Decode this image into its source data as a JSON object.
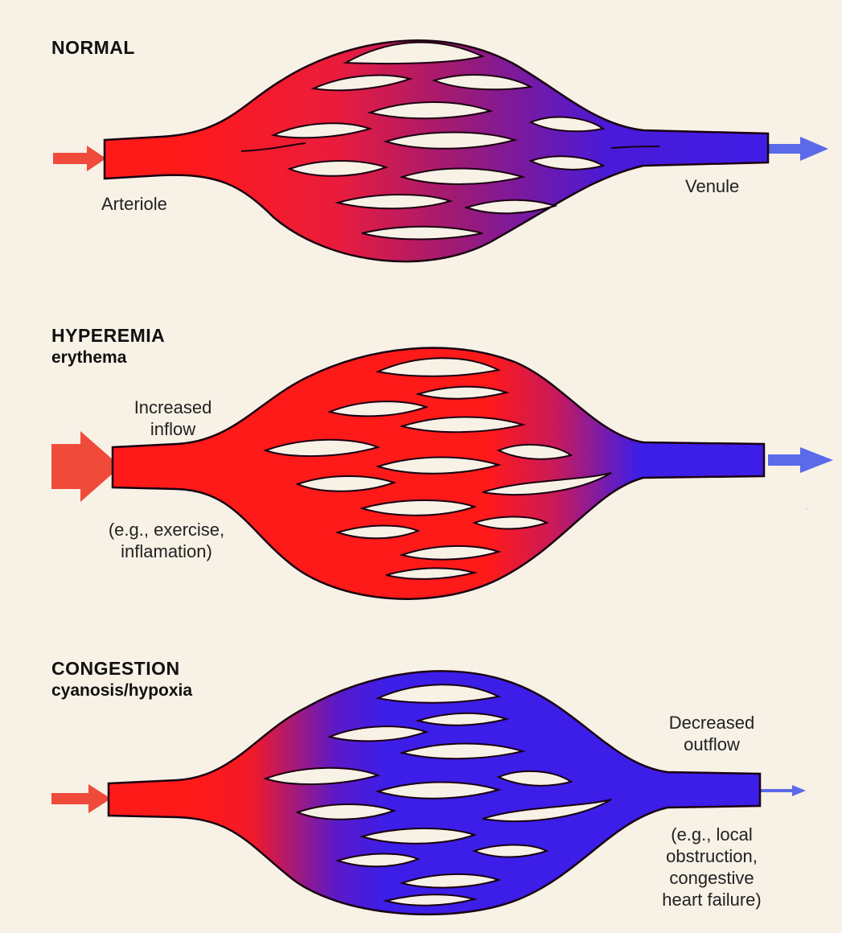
{
  "colors": {
    "arterial": "#ff1a1a",
    "arterial_light": "#ff5a5a",
    "venous": "#3c1ee8",
    "venous_dark": "#2a10c8",
    "outline": "#1a0010",
    "background": "#f7f1e6",
    "arrow_red": "#f04a3a",
    "arrow_blue": "#5a6ae8"
  },
  "panels": [
    {
      "title": "NORMAL",
      "subtitle": "",
      "labels": {
        "inflow": "Arteriole",
        "outflow": "Venule"
      }
    },
    {
      "title": "HYPEREMIA",
      "subtitle": "erythema",
      "labels": {
        "inflow_lines": [
          "Increased",
          "inflow"
        ],
        "cause_lines": [
          "(e.g., exercise,",
          "inflamation)"
        ]
      }
    },
    {
      "title": "CONGESTION",
      "subtitle": "cyanosis/hypoxia",
      "labels": {
        "outflow_lines": [
          "Decreased",
          "outflow"
        ],
        "cause_lines": [
          "(e.g., local",
          "obstruction,",
          "congestive",
          "heart failure)"
        ]
      }
    }
  ]
}
